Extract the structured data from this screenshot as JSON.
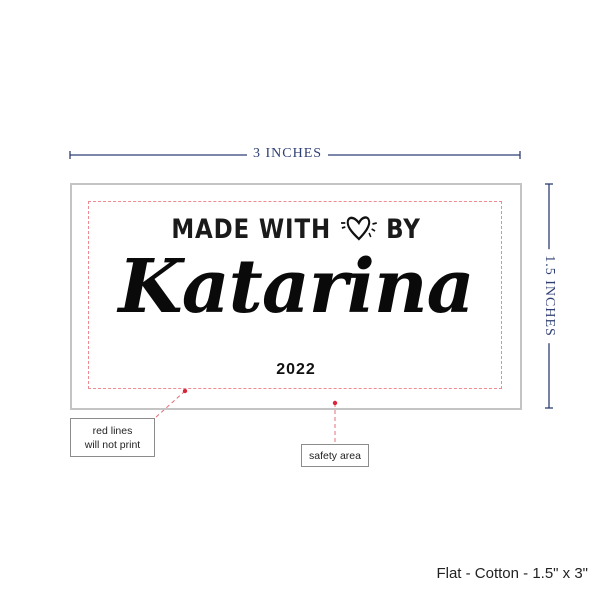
{
  "dimensions": {
    "width_label": "3 INCHES",
    "height_label": "1.5 INCHES"
  },
  "label": {
    "line1_prefix": "MADE WITH",
    "line1_suffix": "BY",
    "line1_icon": "heart-icon",
    "name": "Katarina",
    "year": "2022"
  },
  "callouts": {
    "red_lines": [
      "red lines",
      "will not print"
    ],
    "safety_area": "safety area"
  },
  "footer": "Flat - Cotton - 1.5\" x 3\"",
  "colors": {
    "dimension": "#2f3f73",
    "safety_line": "#f08a92",
    "marker": "#d8263a"
  }
}
